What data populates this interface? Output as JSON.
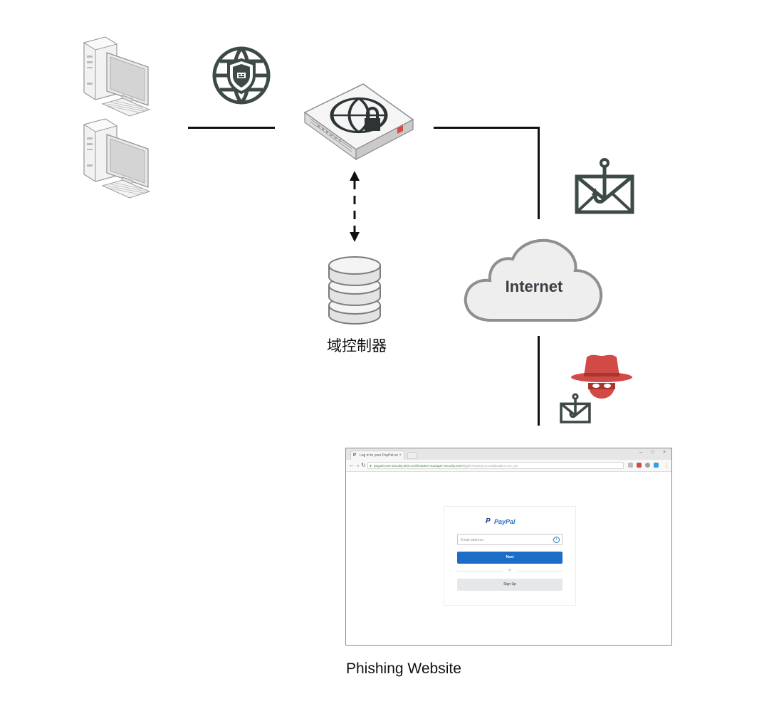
{
  "labels": {
    "cloud": "Internet",
    "domain_controller": "域控制器",
    "phishing_website": "Phishing Website"
  },
  "icons": {
    "workstations": "desktop-computer-icon",
    "security_globe": "shield-globe-icon",
    "firewall": "firewall-appliance-icon",
    "database": "database-stack-icon",
    "phishing_mail": "phishing-email-hook-icon",
    "hacker": "hacker-hat-icon"
  },
  "colors": {
    "line": "#111111",
    "icon_dark": "#3e4a47",
    "hacker_red": "#d24a45",
    "cloud_fill": "#eeeeee",
    "paypal_blue": "#1c6dc6"
  },
  "browser": {
    "tab_title": "Log in to your PayPal ac",
    "url_main": "paypal.com-security.alert.confirmation-manager-security.com",
    "url_rest": "/signin?country.x=US&locale.x=en_US",
    "brand": "PayPal",
    "email_placeholder": "Email address",
    "next_label": "Next",
    "or_label": "or",
    "signup_label": "Sign Up"
  }
}
